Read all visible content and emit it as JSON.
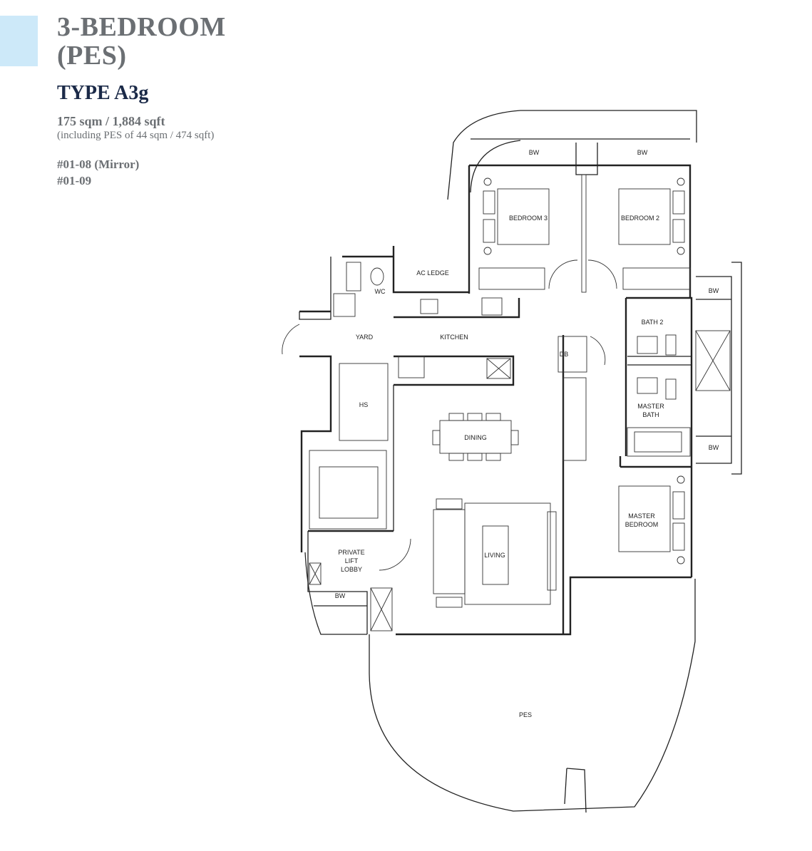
{
  "header": {
    "title_line1": "3-BEDROOM",
    "title_line2": "(PES)",
    "type": "TYPE A3g",
    "area": "175 sqm / 1,884 sqft",
    "area_note": "(including PES of 44 sqm / 474 sqft)",
    "units": [
      "#01-08 (Mirror)",
      "#01-09"
    ]
  },
  "colors": {
    "accent": "#cde9f9",
    "title": "#6b6f73",
    "type": "#1b2a48",
    "lines": "#222222"
  },
  "rooms": {
    "bedroom3": "BEDROOM 3",
    "bedroom2": "BEDROOM 2",
    "bw": "BW",
    "ac_ledge": "AC LEDGE",
    "wc": "WC",
    "yard": "YARD",
    "kitchen": "KITCHEN",
    "bath2": "BATH 2",
    "db": "DB",
    "hs": "HS",
    "dining": "DINING",
    "master_bath_1": "MASTER",
    "master_bath_2": "BATH",
    "master_bedroom_1": "MASTER",
    "master_bedroom_2": "BEDROOM",
    "lift_lobby_1": "PRIVATE",
    "lift_lobby_2": "LIFT",
    "lift_lobby_3": "LOBBY",
    "living": "LIVING",
    "pes": "PES"
  }
}
